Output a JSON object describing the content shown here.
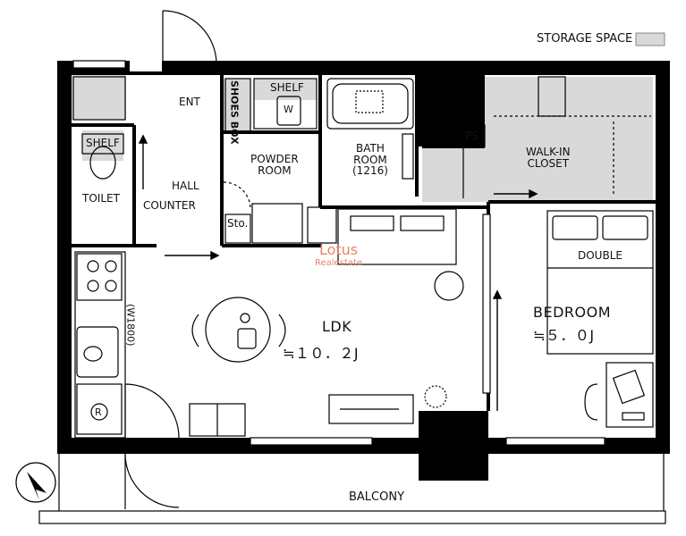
{
  "legend": {
    "storage_label": "STORAGE SPACE"
  },
  "rooms": {
    "ent": "ENT",
    "shoes_box": "SHOES BOX",
    "shelf_top": "SHELF",
    "shelf_toilet": "SHELF",
    "washer_mark": "W",
    "powder_room": [
      "POWDER",
      "ROOM"
    ],
    "bath_room": [
      "BATH",
      "ROOM",
      "(1216)"
    ],
    "ps": "PS",
    "walk_in_closet": [
      "WALK-IN",
      "CLOSET"
    ],
    "toilet": "TOILET",
    "hall": "HALL",
    "counter": "COUNTER",
    "sto": "Sto.",
    "kitchen_width": "(W1800)",
    "fridge_mark": "R",
    "ldk": "LDK",
    "ldk_size": "≒１０．２J",
    "bedroom": "BEDROOM",
    "bedroom_size": "≒５．０J",
    "double_bed": "DOUBLE",
    "balcony": "BALCONY"
  },
  "watermark": {
    "line1": "Lotus",
    "line2": "Realestate"
  },
  "colors": {
    "wall": "#000000",
    "storage": "#d9d9d9",
    "watermark": "#e9866a"
  }
}
